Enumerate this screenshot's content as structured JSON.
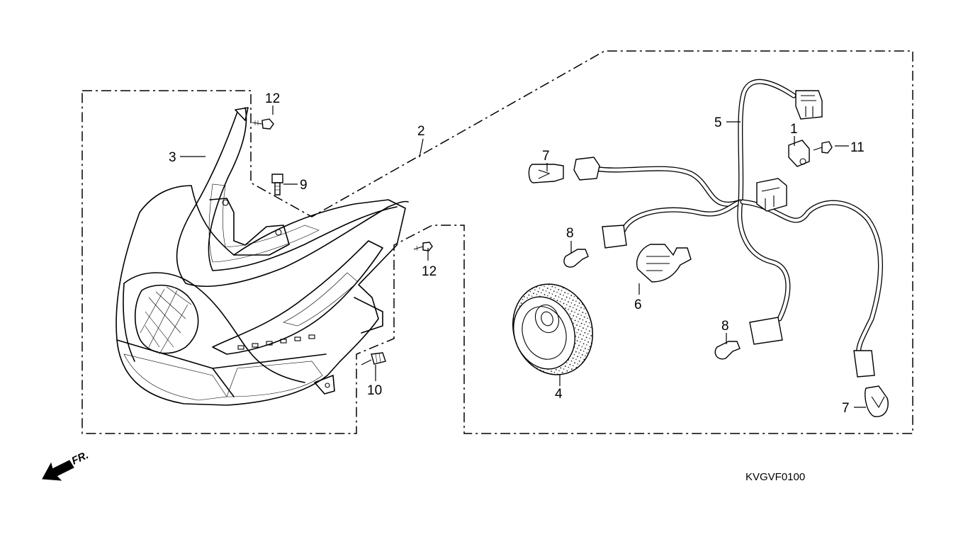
{
  "diagram": {
    "drawing_code": "KVGVF0100",
    "direction_marker": "FR.",
    "callouts": {
      "c1": "1",
      "c2": "2",
      "c3": "3",
      "c4": "4",
      "c5": "5",
      "c6": "6",
      "c7a": "7",
      "c7b": "7",
      "c8a": "8",
      "c8b": "8",
      "c9": "9",
      "c10": "10",
      "c11": "11",
      "c12a": "12",
      "c12b": "12"
    }
  }
}
